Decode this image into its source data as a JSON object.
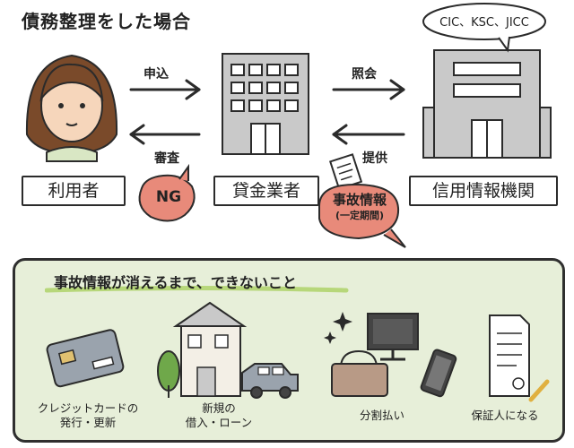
{
  "title": "債務整理をした場合",
  "actors": {
    "user": "利用者",
    "lender": "貸金業者",
    "bureau": "信用情報機関"
  },
  "bureau_bubble": "CIC、KSC、JICC",
  "arrows": {
    "apply": "申込",
    "inquiry": "照会",
    "review": "審査",
    "provide": "提供"
  },
  "ng_bubble": "NG",
  "accident_bubble": {
    "line1": "事故情報",
    "line2": "(一定期間)"
  },
  "panel": {
    "heading": "事故情報が消えるまで、できないこと",
    "items": [
      {
        "line1": "クレジットカードの",
        "line2": "発行・更新"
      },
      {
        "line1": "新規の",
        "line2": "借入・ローン"
      },
      {
        "line1": "分割払い",
        "line2": ""
      },
      {
        "line1": "保証人になる",
        "line2": ""
      }
    ]
  },
  "colors": {
    "panel_bg": "#e7efd9",
    "bubble_red": "#e88a7a",
    "accent_green": "#b7d77a",
    "building_gray": "#cfcfcf",
    "hair": "#7a4a2a"
  }
}
